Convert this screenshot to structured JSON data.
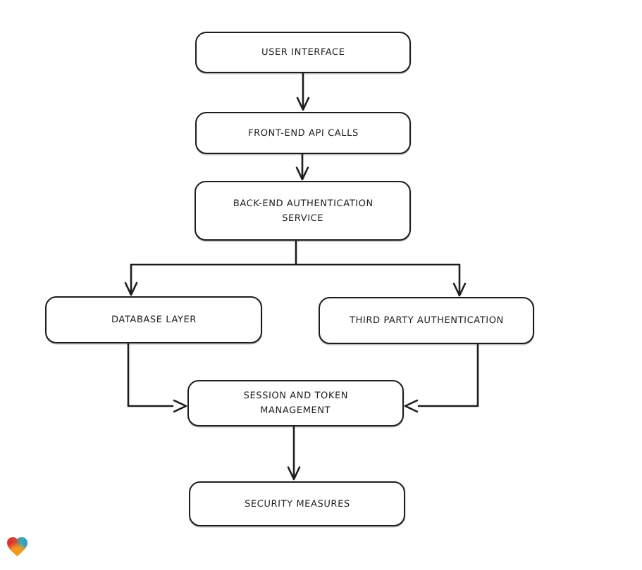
{
  "page": {
    "background_color": "#ffffff",
    "stroke_color": "#1d1d1d"
  },
  "diagram": {
    "type": "flowchart",
    "style": "hand-drawn",
    "node_fill": "#ffffff",
    "nodes": [
      {
        "id": "user-interface",
        "label": "USER INTERFACE"
      },
      {
        "id": "front-end-api-calls",
        "label": "FRONT-END API CALLS"
      },
      {
        "id": "back-end-authentication-service",
        "label": "BACK-END AUTHENTICATION SERVICE"
      },
      {
        "id": "database-layer",
        "label": "DATABASE LAYER"
      },
      {
        "id": "third-party-authentication",
        "label": "THIRD PARTY AUTHENTICATION"
      },
      {
        "id": "session-and-token-management",
        "label": "SESSION AND TOKEN MANAGEMENT"
      },
      {
        "id": "security-measures",
        "label": "SECURITY MEASURES"
      }
    ],
    "edges": [
      {
        "from": "user-interface",
        "to": "front-end-api-calls",
        "arrow": "down"
      },
      {
        "from": "front-end-api-calls",
        "to": "back-end-authentication-service",
        "arrow": "down"
      },
      {
        "from": "back-end-authentication-service",
        "to": "database-layer",
        "arrow": "down"
      },
      {
        "from": "back-end-authentication-service",
        "to": "third-party-authentication",
        "arrow": "down"
      },
      {
        "from": "database-layer",
        "to": "session-and-token-management",
        "arrow": "right"
      },
      {
        "from": "third-party-authentication",
        "to": "session-and-token-management",
        "arrow": "left"
      },
      {
        "from": "session-and-token-management",
        "to": "security-measures",
        "arrow": "down"
      }
    ]
  },
  "branding": {
    "logo": "gradient-heart-logo",
    "logo_colors": {
      "red": "#e5242b",
      "teal": "#2fb3ae",
      "blue": "#2f90d9",
      "orange": "#f79a1f"
    }
  }
}
